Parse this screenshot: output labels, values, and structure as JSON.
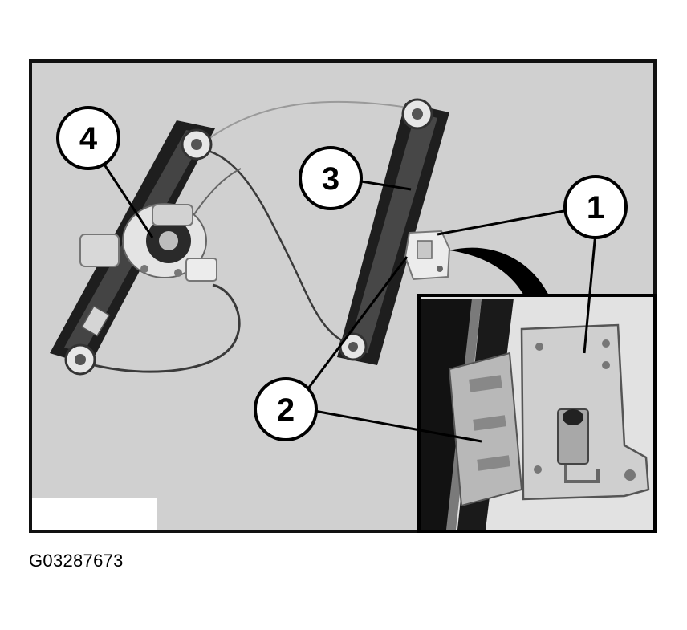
{
  "figure_id": "G03287673",
  "callouts": [
    {
      "label": "1"
    },
    {
      "label": "2"
    },
    {
      "label": "3"
    },
    {
      "label": "4"
    }
  ],
  "colors": {
    "background": "#d0d0d0",
    "inset_background": "#e2e2e2",
    "frame": "#111111",
    "regulator_rail": "#1c1c1c",
    "bracket": "#c8c8c8"
  }
}
